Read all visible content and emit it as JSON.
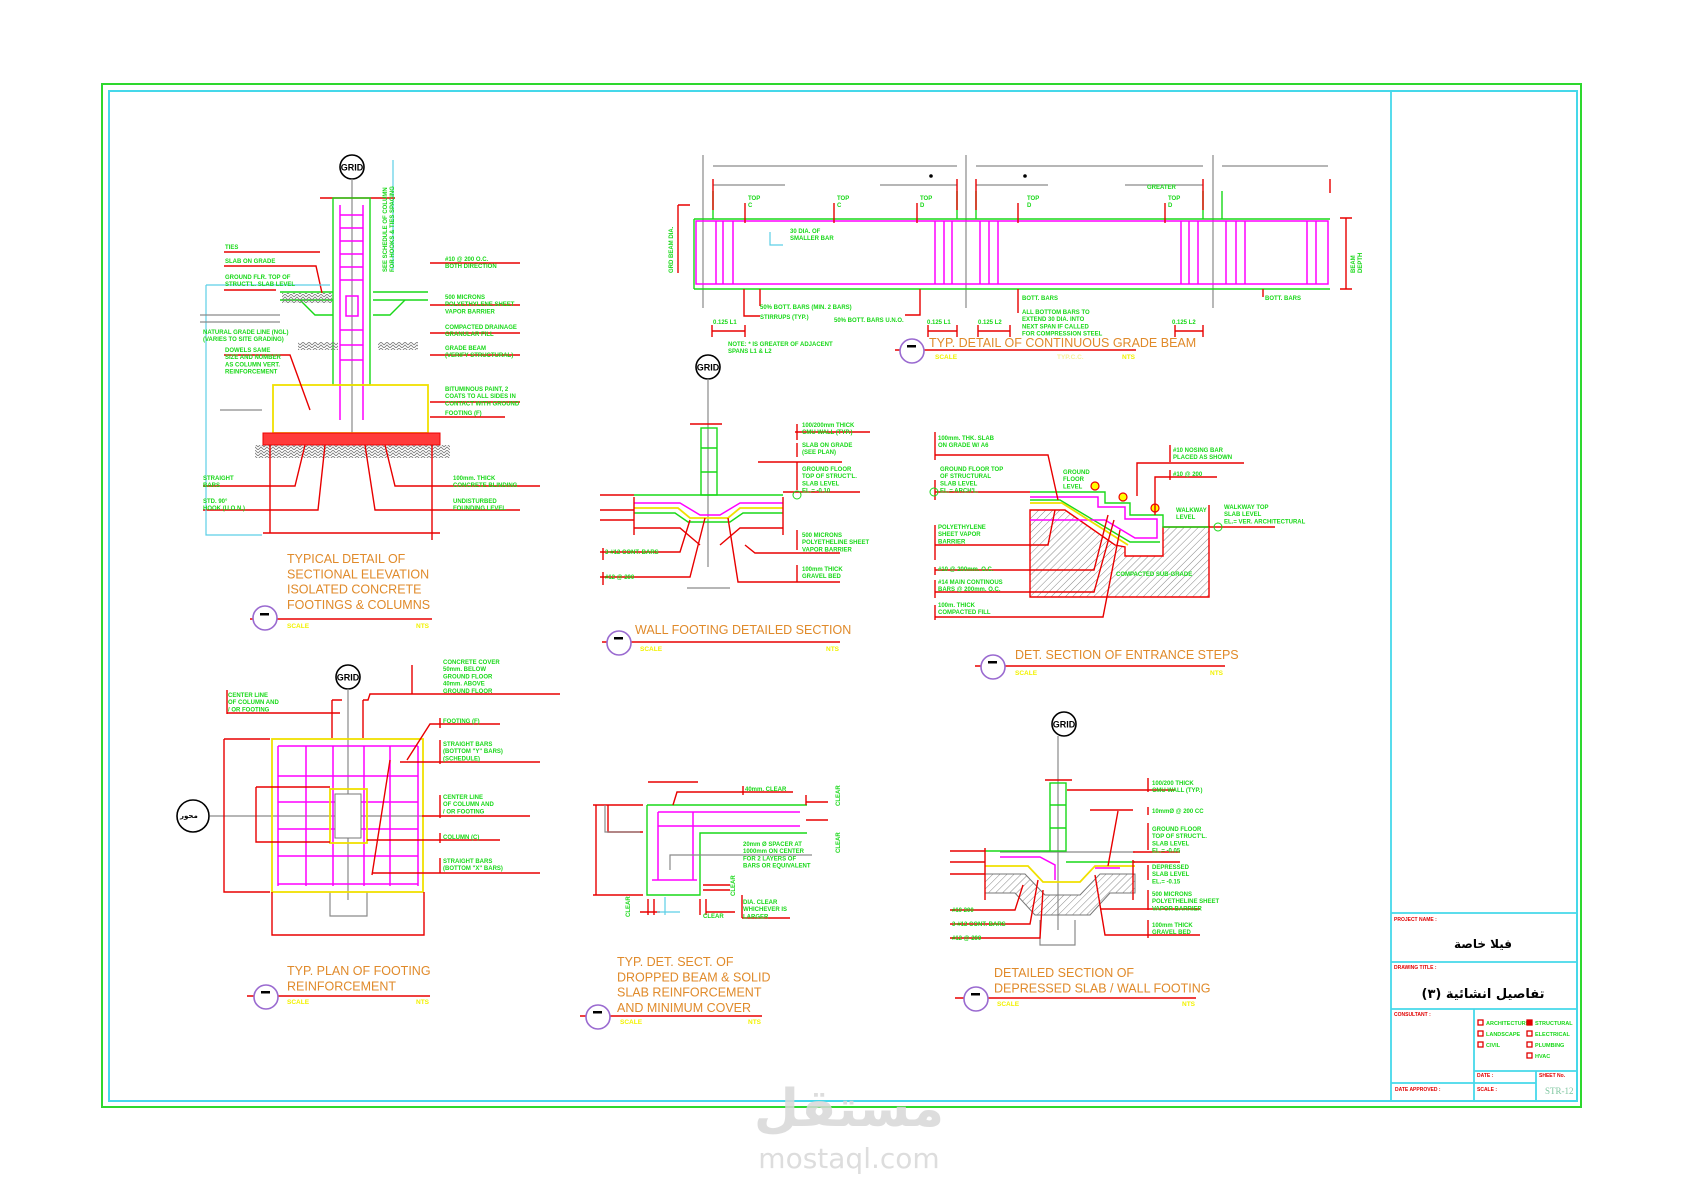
{
  "sheet": {
    "project_name_label": "PROJECT NAME :",
    "project_name": "فيلا خاصة",
    "drawing_title_label": "DRAWING TITLE :",
    "drawing_title": "تفاصيل انشائية (٣)",
    "consultant_label": "CONSULTANT :",
    "disciplines": [
      {
        "label": "ARCHITECTURE",
        "checked": false
      },
      {
        "label": "LANDSCAPE",
        "checked": false
      },
      {
        "label": "CIVIL",
        "checked": false
      },
      {
        "label": "STRUCTURAL",
        "checked": true
      },
      {
        "label": "ELECTRICAL",
        "checked": false
      },
      {
        "label": "PLUMBING",
        "checked": false
      },
      {
        "label": "HVAC",
        "checked": false
      }
    ],
    "date_label": "DATE :",
    "sheet_no_label": "SHEET No.",
    "date_approved_label": "DATE APPROVED :",
    "scale_label": "SCALE :",
    "sheet_no": "STR-12"
  },
  "grid_label": "GRID",
  "axis_label": "محور",
  "details": [
    {
      "title": [
        "TYPICAL DETAIL OF",
        "SECTIONAL ELEVATION",
        "ISOLATED CONCRETE",
        "FOOTINGS & COLUMNS"
      ],
      "scale_label": "SCALE",
      "scale_value": "NTS",
      "labels": {
        "ties": [
          "TIES"
        ],
        "slab": [
          "SLAB ON GRADE"
        ],
        "gfl": [
          "GROUND FLR. TOP OF",
          "STRUCT'L. SLAB LEVEL"
        ],
        "ngl": [
          "NATURAL GRADE LINE (NGL)",
          "(VARIES TO SITE GRADING)"
        ],
        "dowels": [
          "DOWELS SAME",
          "SIZE AND NUMBER",
          "AS COLUMN VERT.",
          "REINFORCEMENT"
        ],
        "mesh": [
          "#10 @ 200 O.C.",
          "BOTH DIRECTION"
        ],
        "vapor": [
          "500 MICRONS",
          "POLYETHYLENE SHEET",
          "VAPOR BARRIER"
        ],
        "fill": [
          "COMPACTED DRAINAGE",
          "GRANULAR FILL"
        ],
        "grade_beam": [
          "GRADE BEAM",
          "(VERIFY STRUCTURAL)"
        ],
        "bitumen": [
          "BITUMINOUS PAINT, 2",
          "COATS TO ALL SIDES IN",
          "CONTACT WITH GROUND"
        ],
        "footing": [
          "FOOTING (F)"
        ],
        "straight": [
          "STRAIGHT",
          "BARS"
        ],
        "hook": [
          "STD. 90°",
          "HOOK (U.O.N.)"
        ],
        "blinding": [
          "100mm.  THICK",
          "CONCRETE  BLINDING"
        ],
        "founding": [
          "UNDISTURBED",
          "FOUNDING  LEVEL"
        ],
        "schedule": [
          "SEE SCHEDULE OF COLUMN",
          "FOR HOOKS & TIES SPACING"
        ]
      }
    },
    {
      "title": [
        "TYP. DETAIL OF CONTINUOUS GRADE BEAM"
      ],
      "scale_label": "SCALE",
      "scale_mid": "TYP.C.C.",
      "scale_value": "NTS",
      "labels": {
        "top_c1": [
          "TOP",
          "C"
        ],
        "top_c2": [
          "TOP",
          "C"
        ],
        "top_d1": [
          "TOP",
          "D"
        ],
        "top_d2": [
          "TOP",
          "D"
        ],
        "top_d3": [
          "TOP",
          "D"
        ],
        "greater": [
          "GREATER"
        ],
        "dia30": [
          "30 DIA. OF",
          "SMALLER BAR"
        ],
        "grd_dia": [
          "GRD BEAM DIA."
        ],
        "depth": [
          "BEAM",
          "DEPTH"
        ],
        "bot50": [
          "50% BOTT. BARS (MIN. 2 BARS)"
        ],
        "stirrups": [
          "STIRRUPS (TYP.)"
        ],
        "bot50b": [
          "50% BOTT. BARS U.N.O."
        ],
        "bot1": [
          "BOTT. BARS"
        ],
        "bot2": [
          "BOTT. BARS"
        ],
        "extend": [
          "ALL BOTTOM BARS TO",
          "EXTEND 30 DIA. INTO",
          "NEXT SPAN IF CALLED",
          "FOR COMPRESSION STEEL"
        ],
        "l1a": [
          "0.125 L1"
        ],
        "l1b": [
          "0.125 L1"
        ],
        "l2a": [
          "0.125 L2"
        ],
        "l2b": [
          "0.125 L2"
        ],
        "note": [
          "NOTE: * IS GREATER OF ADJACENT",
          "SPANS L1 & L2"
        ]
      }
    },
    {
      "title": [
        "WALL FOOTING DETAILED SECTION"
      ],
      "scale_label": "SCALE",
      "scale_value": "NTS",
      "labels": {
        "cmu": [
          "100/200mm THICK",
          "CMU WALL (TYP.)"
        ],
        "slab": [
          "SLAB ON GRADE",
          "(SEE PLAN)"
        ],
        "gfl": [
          "GROUND FLOOR",
          "TOP OF STRUCT'L.",
          "SLAB LEVEL",
          "EL.= -0.10"
        ],
        "vapor": [
          "500 MICRONS",
          "POLYETHELINE SHEET",
          "VAPOR BARRIER"
        ],
        "gravel": [
          "100mm THICK",
          "GRAVEL BED"
        ],
        "cont": [
          "3-#12 CONT. BARS"
        ],
        "bars": [
          "#12 @ 200"
        ]
      }
    },
    {
      "title": [
        "DET. SECTION OF ENTRANCE STEPS"
      ],
      "scale_label": "SCALE",
      "scale_value": "NTS",
      "labels": {
        "slab": [
          "100mm. THK. SLAB",
          "ON GRADE W/ A6"
        ],
        "gfl": [
          "GROUND FLOOR TOP",
          "OF STRUCTURAL",
          "SLAB LEVEL",
          "EL.= ARCH'L."
        ],
        "poly": [
          "POLYETHYLENE",
          "SHEET VAPOR",
          "BARRIER"
        ],
        "bar10": [
          "#10 @ 200mm. O.C."
        ],
        "bar14": [
          "#14 MAIN CONTINOUS",
          "BARS @ 200mm. O.C."
        ],
        "fill": [
          "100m. THICK",
          "COMPACTED FILL"
        ],
        "gfloor": [
          "GROUND",
          "FLOOR",
          "LEVEL"
        ],
        "nosing": [
          "#10 NOSING BAR",
          "PLACED AS SHOWN"
        ],
        "bar10b": [
          "#10 @ 200"
        ],
        "walkway": [
          "WALKWAY",
          "LEVEL"
        ],
        "walktop": [
          "WALKWAY TOP",
          "SLAB LEVEL",
          "EL.= VER. ARCHITECTURAL"
        ],
        "subgrade": [
          "COMPACTED SUB-GRADE"
        ]
      }
    },
    {
      "title": [
        "TYP. PLAN OF FOOTING",
        "REINFORCEMENT"
      ],
      "scale_label": "SCALE",
      "scale_value": "NTS",
      "labels": {
        "cover": [
          "CONCRETE COVER",
          "50mm. BELOW",
          "GROUND FLOOR",
          "40mm. ABOVE",
          "GROUND FLOOR"
        ],
        "footing": [
          "FOOTING (F)"
        ],
        "ybars": [
          "STRAIGHT BARS",
          "(BOTTOM \"Y\" BARS)",
          "(SCHEDULE)"
        ],
        "cl_right": [
          "CENTER LINE",
          "OF COLUMN AND",
          "/ OR FOOTING"
        ],
        "column": [
          "COLUMN (C)"
        ],
        "xbars": [
          "STRAIGHT BARS",
          "(BOTTOM \"X\" BARS)"
        ],
        "cl_left": [
          "CENTER LINE",
          "OF COLUMN AND",
          "/ OR FOOTING"
        ]
      }
    },
    {
      "title": [
        "TYP. DET. SECT. OF",
        "DROPPED BEAM & SOLID",
        "SLAB REINFORCEMENT",
        "AND MINIMUM COVER"
      ],
      "scale_label": "SCALE",
      "scale_value": "NTS",
      "labels": {
        "clear40": [
          "40mm. CLEAR"
        ],
        "spacer": [
          "20mm Ø SPACER AT",
          "1000mm ON CENTER",
          "FOR 2 LAYERS OF",
          "BARS OR EQUIVALENT"
        ],
        "dia": [
          "DIA. CLEAR",
          "WHICHEVER IS",
          "LARGER"
        ],
        "clear": [
          "CLEAR"
        ]
      }
    },
    {
      "title": [
        "DETAILED SECTION OF",
        "DEPRESSED SLAB / WALL FOOTING"
      ],
      "scale_label": "SCALE",
      "scale_value": "NTS",
      "labels": {
        "cmu": [
          "100/200 THICK",
          "CMU WALL (TYP.)"
        ],
        "mesh": [
          "10mmØ @ 200 CC"
        ],
        "gfl": [
          "GROUND FLOOR",
          "TOP OF STRUCT'L.",
          "SLAB LEVEL",
          "EL.= -0.05"
        ],
        "dep": [
          "DEPRESSED",
          "SLAB LEVEL",
          "EL.= -0.15"
        ],
        "vapor": [
          "500 MICRONS",
          "POLYETHELINE SHEET",
          "VAPOR BARRIER"
        ],
        "gravel": [
          "100mm THICK",
          "GRAVEL BED"
        ],
        "b10": [
          "#10 200"
        ],
        "cont": [
          "3-#12 CONT. BARS"
        ],
        "bars": [
          "#12 @ 200"
        ]
      }
    }
  ],
  "watermark": {
    "arabic": "مستقل",
    "latin": "mostaql.com"
  }
}
